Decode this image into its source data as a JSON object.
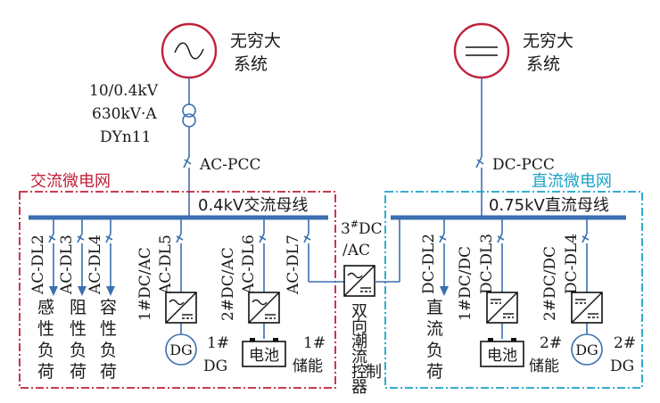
{
  "ac_source": {
    "line1": "无穷大",
    "line2": "系统"
  },
  "dc_source": {
    "line1": "无穷大",
    "line2": "系统"
  },
  "transformer": {
    "ratio": "10/0.4kV",
    "rating": "630kV·A",
    "group": "DYn11"
  },
  "ac_pcc": "AC-PCC",
  "dc_pcc": "DC-PCC",
  "ac_microgrid": {
    "title": "交流微电网",
    "bus": "0.4kV交流母线",
    "color": "#c0203a"
  },
  "dc_microgrid": {
    "title": "直流微电网",
    "bus": "0.75kV直流母线",
    "color": "#1aa3c8"
  },
  "ac_feeders": [
    "AC-DL2",
    "AC-DL3",
    "AC-DL4",
    "AC-DL5",
    "AC-DL6",
    "AC-DL7"
  ],
  "dc_feeders": [
    "DC-DL2",
    "DC-DL3",
    "DC-DL4"
  ],
  "ac_loads": [
    {
      "chars": [
        "感",
        "性",
        "负",
        "荷"
      ]
    },
    {
      "chars": [
        "阻",
        "性",
        "负",
        "荷"
      ]
    },
    {
      "chars": [
        "容",
        "性",
        "负",
        "荷"
      ]
    }
  ],
  "converters": {
    "ac_dg_conv": "1#DC/AC",
    "ac_storage_conv": "2#DC/AC",
    "dc_dg_conv": "1#DC/DC",
    "dc_storage_conv": "2#DC/DC"
  },
  "bidirectional": {
    "prefix": "3",
    "sup": "#",
    "line1": "DC",
    "line2": "/AC",
    "label_chars": [
      "双",
      "向",
      "潮",
      "流",
      "控",
      "制",
      "器"
    ]
  },
  "dc_load": {
    "chars": [
      "直",
      "流",
      "负",
      "荷"
    ]
  },
  "ac_dg": {
    "symbol": "DG",
    "label1": "1#",
    "label2": "DG"
  },
  "ac_battery": {
    "symbol": "电池",
    "label1": "1#",
    "label2": "储能"
  },
  "dc_battery": {
    "symbol": "电池",
    "label1": "2#",
    "label2": "储能"
  },
  "dc_dg": {
    "symbol": "DG",
    "label1": "2#",
    "label2": "DG"
  },
  "colors": {
    "line": "#3b6fb0",
    "source_ring": "#c0203a",
    "dg_ring": "#3b6fb0"
  }
}
